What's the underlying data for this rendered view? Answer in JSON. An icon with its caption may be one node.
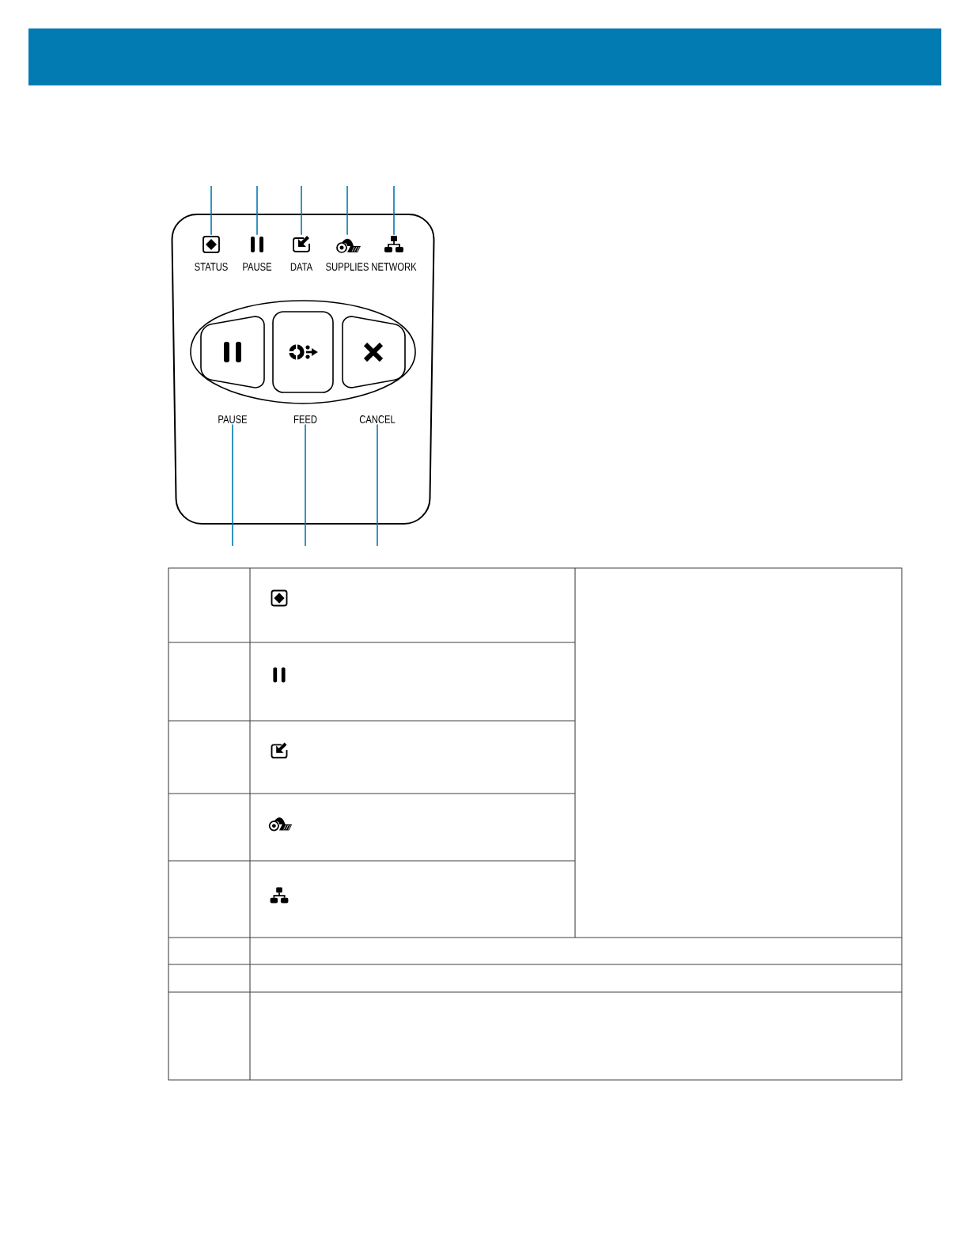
{
  "diagram": {
    "nodes": [
      {
        "text": [
          "STATUS"
        ]
      },
      {
        "text": [
          "PAUSE"
        ]
      },
      {
        "text": [
          "DATA"
        ]
      },
      {
        "text": [
          "SUPPLIES"
        ]
      },
      {
        "text": [
          "NETWORK"
        ]
      },
      {
        "text": [
          "PAUSE"
        ]
      },
      {
        "text": [
          "FEED"
        ]
      },
      {
        "text": [
          "CANCEL"
        ]
      }
    ],
    "edges": [
      {
        "from": null,
        "to": 0,
        "arrow": "none"
      },
      {
        "from": null,
        "to": 1,
        "arrow": "none"
      },
      {
        "from": null,
        "to": 2,
        "arrow": "none"
      },
      {
        "from": null,
        "to": 3,
        "arrow": "none"
      },
      {
        "from": null,
        "to": 4,
        "arrow": "none"
      },
      {
        "from": null,
        "to": 5,
        "arrow": "none"
      },
      {
        "from": null,
        "to": 6,
        "arrow": "none"
      },
      {
        "from": null,
        "to": 7,
        "arrow": "none"
      }
    ]
  }
}
